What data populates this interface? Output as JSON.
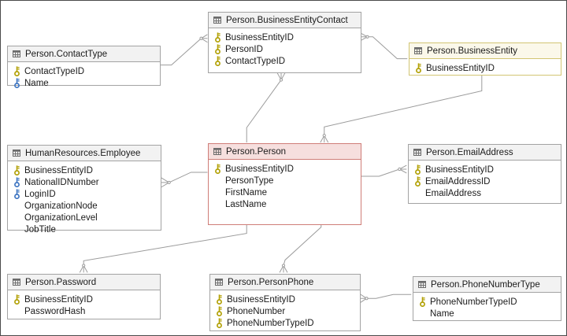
{
  "diagram": {
    "tables": [
      {
        "id": "contact_type",
        "title": "Person.ContactType",
        "highlight": "none",
        "columns": [
          {
            "name": "ContactTypeID",
            "key": "gold"
          },
          {
            "name": "Name",
            "key": "blue"
          }
        ]
      },
      {
        "id": "business_entity_contact",
        "title": "Person.BusinessEntityContact",
        "highlight": "none",
        "columns": [
          {
            "name": "BusinessEntityID",
            "key": "gold"
          },
          {
            "name": "PersonID",
            "key": "gold"
          },
          {
            "name": "ContactTypeID",
            "key": "gold"
          }
        ]
      },
      {
        "id": "business_entity",
        "title": "Person.BusinessEntity",
        "highlight": "yellow",
        "columns": [
          {
            "name": "BusinessEntityID",
            "key": "gold"
          }
        ]
      },
      {
        "id": "employee",
        "title": "HumanResources.Employee",
        "highlight": "none",
        "columns": [
          {
            "name": "BusinessEntityID",
            "key": "gold"
          },
          {
            "name": "NationalIDNumber",
            "key": "blue"
          },
          {
            "name": "LoginID",
            "key": "blue"
          },
          {
            "name": "OrganizationNode",
            "key": null
          },
          {
            "name": "OrganizationLevel",
            "key": null
          },
          {
            "name": "JobTitle",
            "key": null
          }
        ]
      },
      {
        "id": "person",
        "title": "Person.Person",
        "highlight": "red",
        "columns": [
          {
            "name": "BusinessEntityID",
            "key": "gold"
          },
          {
            "name": "PersonType",
            "key": null
          },
          {
            "name": "FirstName",
            "key": null
          },
          {
            "name": "LastName",
            "key": null
          }
        ]
      },
      {
        "id": "email_address",
        "title": "Person.EmailAddress",
        "highlight": "none",
        "columns": [
          {
            "name": "BusinessEntityID",
            "key": "gold"
          },
          {
            "name": "EmailAddressID",
            "key": "gold"
          },
          {
            "name": "EmailAddress",
            "key": null
          }
        ]
      },
      {
        "id": "password",
        "title": "Person.Password",
        "highlight": "none",
        "columns": [
          {
            "name": "BusinessEntityID",
            "key": "gold"
          },
          {
            "name": "PasswordHash",
            "key": null
          }
        ]
      },
      {
        "id": "person_phone",
        "title": "Person.PersonPhone",
        "highlight": "none",
        "columns": [
          {
            "name": "BusinessEntityID",
            "key": "gold"
          },
          {
            "name": "PhoneNumber",
            "key": "gold"
          },
          {
            "name": "PhoneNumberTypeID",
            "key": "gold"
          }
        ]
      },
      {
        "id": "phone_number_type",
        "title": "Person.PhoneNumberType",
        "highlight": "none",
        "columns": [
          {
            "name": "PhoneNumberTypeID",
            "key": "gold"
          },
          {
            "name": "Name",
            "key": null
          }
        ]
      }
    ],
    "relationships": [
      {
        "from": "Person.ContactType",
        "to": "Person.BusinessEntityContact",
        "many_end": "Person.BusinessEntityContact"
      },
      {
        "from": "Person.BusinessEntity",
        "to": "Person.BusinessEntityContact",
        "many_end": "Person.BusinessEntityContact"
      },
      {
        "from": "Person.BusinessEntity",
        "to": "Person.Person",
        "many_end": "Person.Person"
      },
      {
        "from": "Person.Person",
        "to": "Person.BusinessEntityContact",
        "many_end": "Person.BusinessEntityContact"
      },
      {
        "from": "Person.Person",
        "to": "HumanResources.Employee",
        "many_end": "HumanResources.Employee"
      },
      {
        "from": "Person.Person",
        "to": "Person.EmailAddress",
        "many_end": "Person.EmailAddress"
      },
      {
        "from": "Person.Person",
        "to": "Person.Password",
        "many_end": "Person.Password"
      },
      {
        "from": "Person.Person",
        "to": "Person.PersonPhone",
        "many_end": "Person.PersonPhone"
      },
      {
        "from": "Person.PhoneNumberType",
        "to": "Person.PersonPhone",
        "many_end": "Person.PersonPhone"
      }
    ],
    "icons": {
      "table_icon": "table-grid-icon",
      "gold_key": "primary-key-icon",
      "blue_key": "unique-key-icon"
    },
    "colors": {
      "gold_key": "#b2a106",
      "blue_key": "#3f76c2",
      "line": "#9b9b9b",
      "table_border": "#a3a3a3",
      "header_bg": "#f2f2f2",
      "highlight_red_border": "#cf7d78",
      "highlight_red_bg": "#f6dfde",
      "highlight_yellow_border": "#d2c573",
      "highlight_yellow_bg": "#fbf8ea"
    }
  }
}
